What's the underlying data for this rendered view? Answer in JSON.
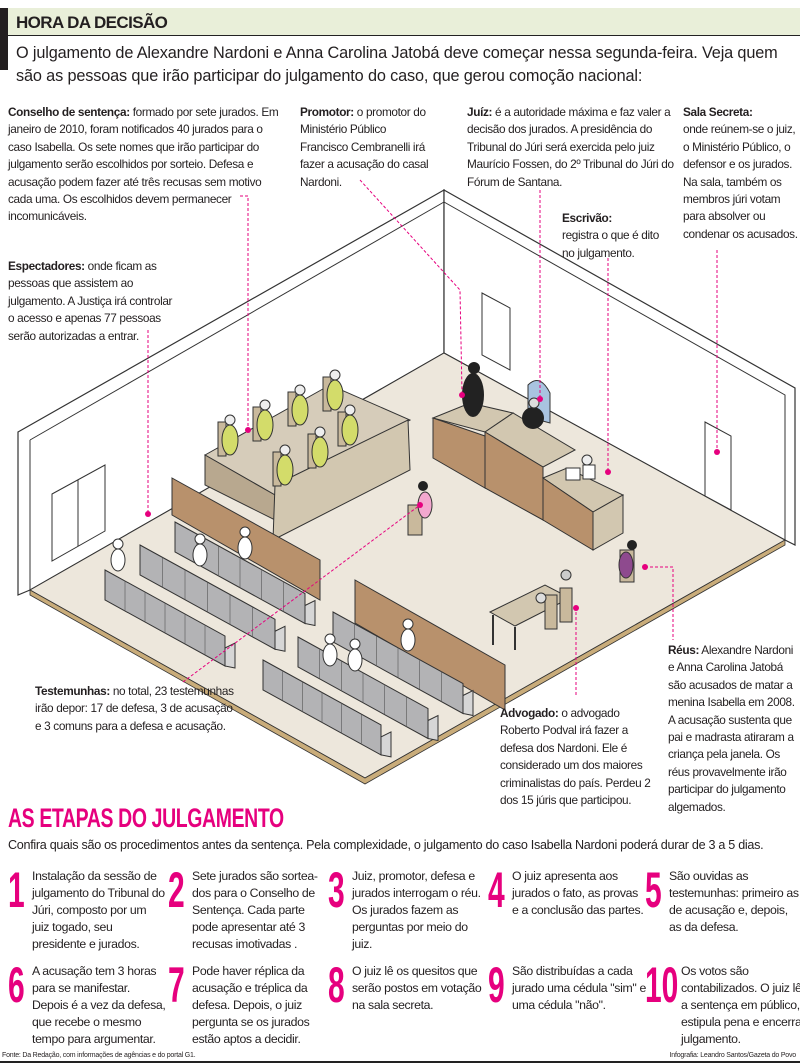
{
  "header": {
    "title": "HORA DA DECISÃO",
    "intro": "O julgamento de Alexandre Nardoni e Anna Carolina Jatobá deve começar nessa segunda-feira. Veja quem são as pessoas que irão participar do julgamento do caso, que gerou comoção nacional:"
  },
  "colors": {
    "accent": "#e6007e",
    "header_bg": "#e9efd9",
    "floor": "#ede7dc",
    "wood": "#b8916c",
    "bench": "#b3b3b5",
    "jurors": "#d3dc6a"
  },
  "annotations": {
    "conselho": {
      "label": "Conselho de sentença:",
      "text": " formado por sete jurados. Em janeiro de 2010, foram notificados 40 jurados para o caso Isabella. Os sete nomes que irão participar do julgamento serão escolhidos por sorteio. Defesa e acusação podem fazer até três recusas sem motivo cada uma. Os escolhidos devem permanecer incomunicáveis."
    },
    "promotor": {
      "label": "Promotor:",
      "text": " o promotor do Ministério Público Francisco Cembranelli irá fazer a acusação do casal Nardoni."
    },
    "juiz": {
      "label": "Juíz:",
      "text": " é a autoridade máxima e faz valer a decisão dos jurados. A presidência do Tribunal do Júri será exercida pelo juiz Maurício Fossen, do 2º Tribunal do Júri do Fórum de Santana."
    },
    "sala": {
      "label": "Sala Secreta:",
      "text": " onde reúnem-se o juiz, o Ministério Público, o defensor e os jurados. Na sala, também os membros júri votam para absolver ou condenar os acusados."
    },
    "escrivao": {
      "label": "Escrivão:",
      "text": " registra o que é dito no julgamento."
    },
    "espectadores": {
      "label": "Espectadores:",
      "text": " onde ficam as pessoas que assistem ao julgamento. A Justiça irá controlar o acesso e apenas 77 pessoas serão autorizadas a entrar."
    },
    "testemunhas": {
      "label": "Testemunhas:",
      "text": " no total, 23 testemunhas irão depor: 17 de defesa, 3 de acusação e 3 comuns para a defesa e acusação."
    },
    "advogado": {
      "label": "Advogado:",
      "text": " o advogado Roberto Podval irá fazer a defesa dos Nardoni. Ele é considerado um dos maiores criminalistas do país. Perdeu 2 dos 15 júris que participou."
    },
    "reus": {
      "label": "Réus:",
      "text": " Alexandre Nardoni e Anna Carolina Jatobá são acusados de matar a menina Isabella em 2008. A acusação sustenta que pai e madrasta atiraram a criança pela janela. Os réus provavelmente irão participar do julgamento algemados."
    }
  },
  "etapas": {
    "title": "AS ETAPAS DO JULGAMENTO",
    "subtitle": "Confira quais são os procedimentos antes da sentença. Pela complexidade, o julgamento do caso Isabella Nardoni poderá durar de 3 a 5 dias.",
    "steps": [
      {
        "n": "1",
        "text": "Instalação da sessão de julgamento do Tribunal do Júri, composto por um juiz togado, seu presidente e jurados."
      },
      {
        "n": "2",
        "text": "Sete jurados são sortea-dos para o Conselho de Sentença. Cada parte pode apresentar até 3 recusas imotivadas ."
      },
      {
        "n": "3",
        "text": "Juiz, promotor, defesa e jurados interrogam o réu. Os jurados fazem as perguntas por meio do juiz."
      },
      {
        "n": "4",
        "text": "O juiz apresenta aos jurados o fato, as provas e a conclusão das partes."
      },
      {
        "n": "5",
        "text": "São ouvidas as testemunhas: primeiro as de acusação e, depois, as da defesa."
      },
      {
        "n": "6",
        "text": "A acusação tem 3 horas para se manifestar. Depois é a vez da defesa, que recebe o mesmo tempo para argumentar."
      },
      {
        "n": "7",
        "text": "Pode haver réplica da acusação e tréplica da defesa. Depois, o juiz pergunta se os jurados estão aptos a decidir."
      },
      {
        "n": "8",
        "text": "O juiz lê os quesitos que serão postos em votação na sala secreta."
      },
      {
        "n": "9",
        "text": "São distribuídas a cada jurado uma cédula \"sim\" e uma cédula \"não\"."
      },
      {
        "n": "10",
        "text": "Os votos são contabilizados. O juiz lê a sentença em público, estipula pena e encerra julgamento."
      }
    ]
  },
  "footer": {
    "source": "Fonte: Da Redação, com informações de agências e do portal G1.",
    "credit": "Infografia: Leandro Santos/Gazeta do Povo"
  }
}
